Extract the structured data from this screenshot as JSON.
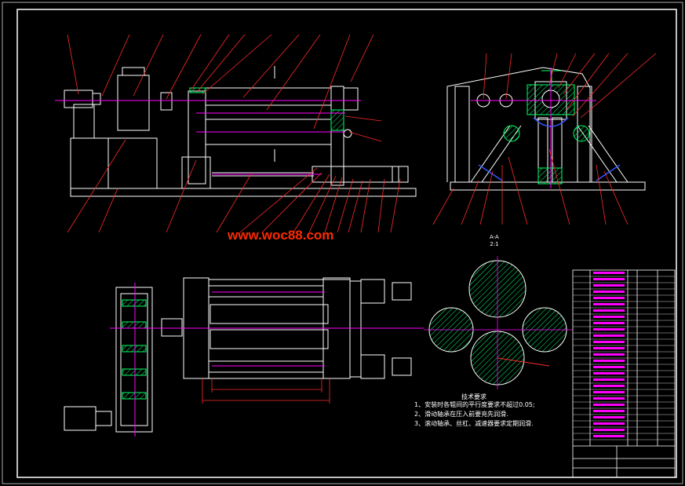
{
  "watermark": "www.woc88.com",
  "section_label": "A-A",
  "section_scale": "2:1",
  "tech_requirements": {
    "title": "技术要求",
    "lines": [
      "1、安装时各辊间的平行度要求不超过0.05;",
      "2、滑动轴承在压入前要充先润滑.",
      "3、滚动轴承、丝杠、减速器要求定期润滑."
    ]
  },
  "colors": {
    "background": "#000000",
    "outline": "#ffffff",
    "leader": "#ff2a2a",
    "center": "#ff00ff",
    "hatch": "#00ff66",
    "blue": "#3355ff",
    "border": "#ffffff"
  }
}
